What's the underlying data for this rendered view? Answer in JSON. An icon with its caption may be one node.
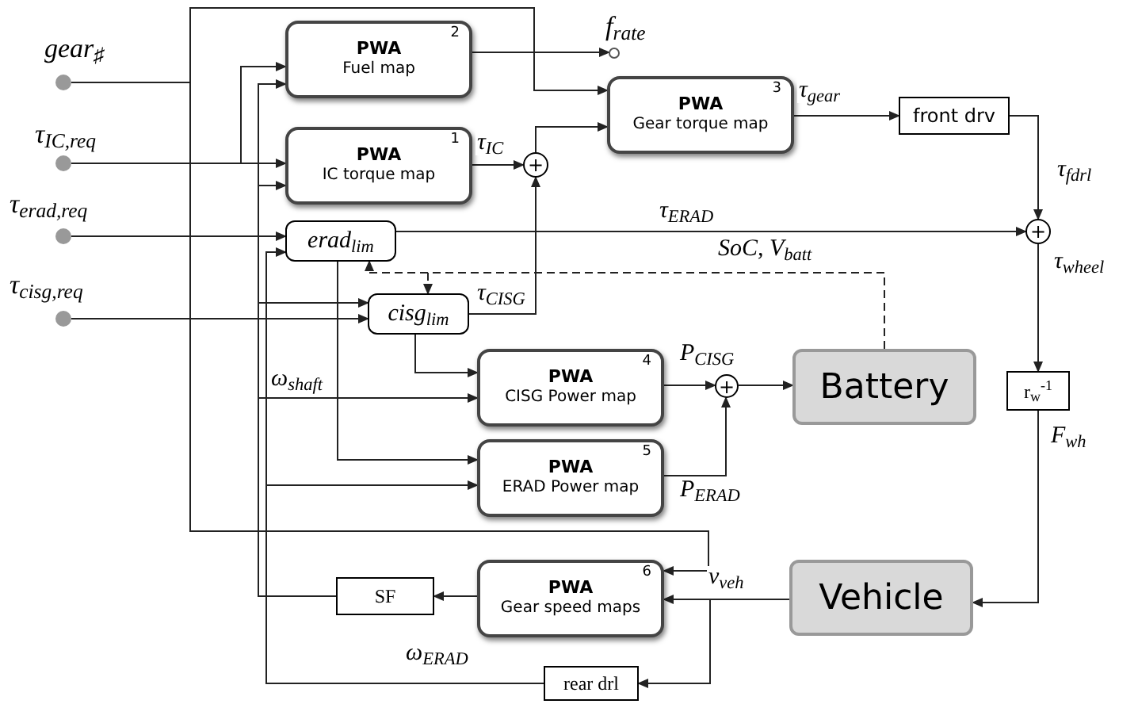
{
  "diagram": {
    "nodes": [
      {
        "text": [],
        "shape": "circle",
        "beside": [
          "gear$_{♯}$"
        ]
      },
      {
        "text": [],
        "shape": "circle",
        "beside": [
          "τ$_{IC,req}$"
        ]
      },
      {
        "text": [],
        "shape": "circle",
        "beside": [
          "τ$_{erad,req}$"
        ]
      },
      {
        "text": [],
        "shape": "circle",
        "beside": [
          "τ$_{cisg,req}$"
        ]
      },
      {
        "text": [
          "PWA",
          "Fuel map",
          "2"
        ]
      },
      {
        "text": [
          "PWA",
          "IC torque map",
          "1"
        ]
      },
      {
        "text": [],
        "shape": "circle",
        "beside": [
          "f$_{rate}$"
        ]
      },
      {
        "text": [
          "PWA",
          "Gear torque map",
          "3"
        ]
      },
      {
        "text": [
          "+"
        ]
      },
      {
        "text": [
          "front drv"
        ]
      },
      {
        "text": [
          "erad$_{lim}$"
        ]
      },
      {
        "text": [
          "cisg$_{lim}$"
        ]
      },
      {
        "text": [
          "+"
        ]
      },
      {
        "text": [
          "PWA",
          "CISG Power map",
          "4"
        ]
      },
      {
        "text": [
          "+"
        ]
      },
      {
        "text": [
          "Battery"
        ]
      },
      {
        "text": [
          "PWA",
          "ERAD Power map",
          "5"
        ]
      },
      {
        "text": [
          "r$_{w}$$^{-1}$"
        ]
      },
      {
        "text": [
          "SF"
        ]
      },
      {
        "text": [
          "PWA",
          "Gear speed maps",
          "6"
        ]
      },
      {
        "text": [
          "Vehicle"
        ]
      },
      {
        "text": [
          "rear drl"
        ]
      }
    ],
    "edges": [
      {
        "from": 0,
        "to": 7,
        "arrow": "to"
      },
      {
        "from": 0,
        "to": 19,
        "arrow": "to"
      },
      {
        "from": 1,
        "to": 4,
        "arrow": "to"
      },
      {
        "from": 1,
        "to": 5,
        "arrow": "to"
      },
      {
        "from": 2,
        "to": 10,
        "arrow": "to"
      },
      {
        "from": 3,
        "to": 11,
        "arrow": "to"
      },
      {
        "from": 4,
        "to": 6,
        "arrow": "to"
      },
      {
        "from": 5,
        "to": 8,
        "arrow": "to",
        "label": "τ$_{IC}$"
      },
      {
        "from": 11,
        "to": 8,
        "arrow": "to",
        "label": "τ$_{CISG}$"
      },
      {
        "from": 8,
        "to": 7,
        "arrow": "to"
      },
      {
        "from": 7,
        "to": 9,
        "arrow": "to",
        "label": "τ$_{gear}$"
      },
      {
        "from": 9,
        "to": 12,
        "arrow": "to",
        "label": "τ$_{fdrl}$"
      },
      {
        "from": 10,
        "to": 12,
        "arrow": "to",
        "label": "τ$_{ERAD}$"
      },
      {
        "from": 12,
        "to": 17,
        "arrow": "to",
        "label": "τ$_{wheel}$"
      },
      {
        "from": 17,
        "to": 20,
        "arrow": "to",
        "label": "F$_{wh}$"
      },
      {
        "from": 20,
        "to": 19,
        "arrow": "to",
        "label": "v$_{veh}$"
      },
      {
        "from": 20,
        "to": 21,
        "arrow": "to"
      },
      {
        "from": 19,
        "to": 18,
        "arrow": "to"
      },
      {
        "from": 18,
        "to": 4,
        "arrow": "to"
      },
      {
        "from": 18,
        "to": 5,
        "arrow": "to"
      },
      {
        "from": 18,
        "to": 11,
        "arrow": "to"
      },
      {
        "from": 18,
        "to": 13,
        "arrow": "to",
        "label": "ω$_{shaft}$"
      },
      {
        "from": 21,
        "to": 10,
        "arrow": "to",
        "label": "ω$_{ERAD}$"
      },
      {
        "from": 21,
        "to": 16,
        "arrow": "to"
      },
      {
        "from": 10,
        "to": 16,
        "arrow": "to"
      },
      {
        "from": 11,
        "to": 13,
        "arrow": "to"
      },
      {
        "from": 13,
        "to": 14,
        "arrow": "to",
        "label": "P$_{CISG}$"
      },
      {
        "from": 16,
        "to": 14,
        "arrow": "to",
        "label": "P$_{ERAD}$"
      },
      {
        "from": 14,
        "to": 15,
        "arrow": "to"
      },
      {
        "from": 15,
        "to": 10,
        "arrow": "to",
        "style": "dashed",
        "label": "SoC, V$_{batt}$"
      },
      {
        "from": 15,
        "to": 11,
        "arrow": "to",
        "style": "dashed"
      }
    ]
  }
}
